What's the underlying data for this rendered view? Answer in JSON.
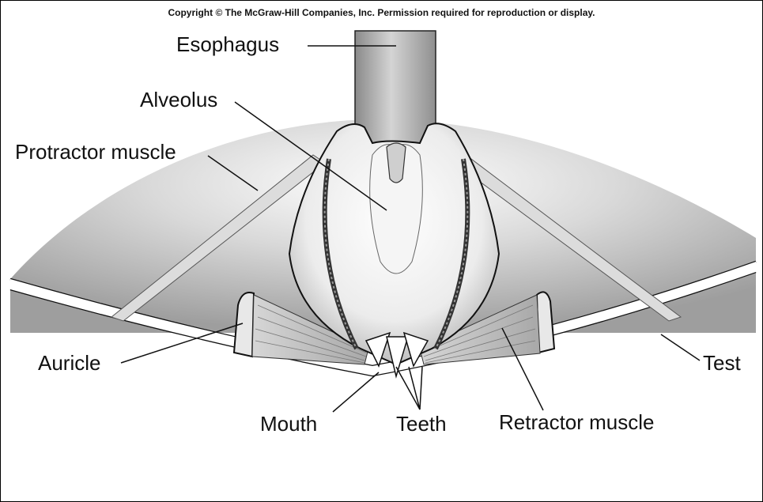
{
  "copyright": "Copyright © The McGraw-Hill Companies, Inc. Permission required for reproduction or display.",
  "labels": {
    "esophagus": "Esophagus",
    "alveolus": "Alveolus",
    "protractor": "Protractor muscle",
    "auricle": "Auricle",
    "test": "Test",
    "mouth": "Mouth",
    "teeth": "Teeth",
    "retractor": "Retractor muscle"
  }
}
